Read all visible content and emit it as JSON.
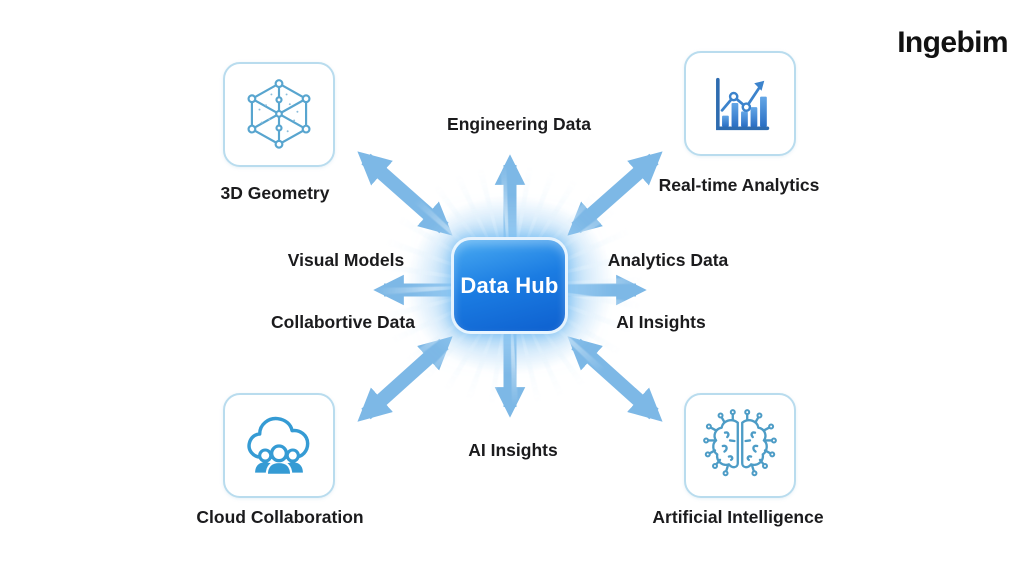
{
  "brand": {
    "logo_text": "Ingebim"
  },
  "hub": {
    "label": "Data Hub"
  },
  "nodes": [
    {
      "label": "3D Geometry",
      "icon": "cube-wireframe-icon",
      "position": "top-left"
    },
    {
      "label": "Real-time Analytics",
      "icon": "bar-line-chart-icon",
      "position": "top-right"
    },
    {
      "label": "Cloud Collaboration",
      "icon": "cloud-team-icon",
      "position": "bottom-left"
    },
    {
      "label": "Artificial Intelligence",
      "icon": "ai-brain-circuit-icon",
      "position": "bottom-right"
    }
  ],
  "flow_labels": [
    {
      "label": "Engineering Data",
      "position": "top"
    },
    {
      "label": "Visual Models",
      "position": "left-upper"
    },
    {
      "label": "Collabortive Data",
      "position": "left-lower"
    },
    {
      "label": "Analytics Data",
      "position": "right-upper"
    },
    {
      "label": "AI Insights",
      "position": "right-lower"
    },
    {
      "label": "AI Insights",
      "position": "bottom"
    }
  ],
  "arrows": [
    {
      "direction": "up",
      "heads": "single-outward"
    },
    {
      "direction": "down",
      "heads": "single-outward"
    },
    {
      "direction": "left",
      "heads": "single-outward"
    },
    {
      "direction": "right",
      "heads": "single-outward"
    },
    {
      "direction": "up-left",
      "heads": "double"
    },
    {
      "direction": "up-right",
      "heads": "double"
    },
    {
      "direction": "down-left",
      "heads": "double"
    },
    {
      "direction": "down-right",
      "heads": "double"
    }
  ],
  "colors": {
    "arrow": "#7db8e6",
    "hub_blue": "#1b7ce2",
    "card_border": "#b9dcee",
    "icon_stroke": "#4d9cc6",
    "text": "#1b1b1d"
  }
}
